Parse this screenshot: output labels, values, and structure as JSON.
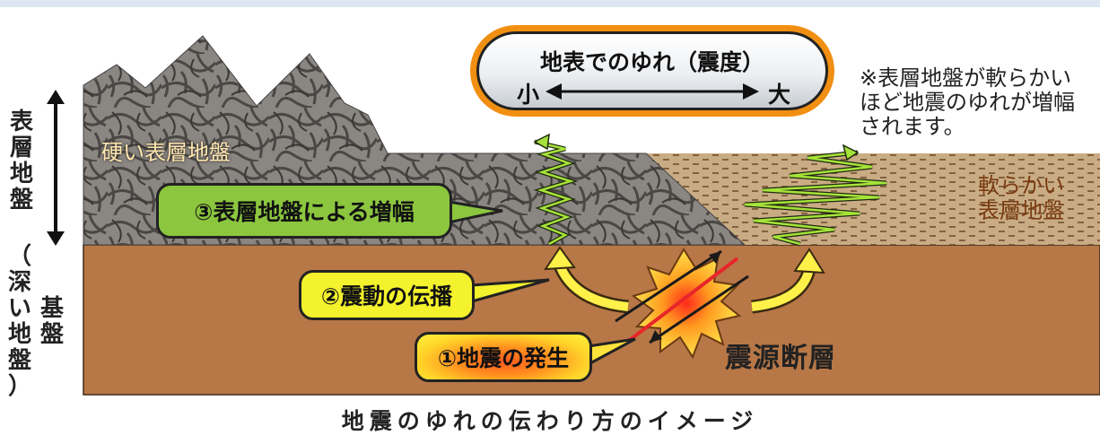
{
  "left_axis": {
    "surface_ground": [
      "表",
      "層",
      "地",
      "盤"
    ],
    "base_rock": [
      "基",
      "盤"
    ],
    "deep_ground": [
      "（",
      "深",
      "い",
      "地",
      "盤",
      "）"
    ]
  },
  "shaking_scale": {
    "title": "地表でのゆれ（震度）",
    "small": "小",
    "large": "大"
  },
  "note_lines": [
    "※表層地盤が軟らかい",
    "ほど地震のゆれが増幅",
    "されます。"
  ],
  "hard_ground_label": "硬い表層地盤",
  "soft_ground_label": [
    "軟らかい",
    "表層地盤"
  ],
  "steps": {
    "step1": "①地震の発生",
    "step2": "②震動の伝播",
    "step3": "③表層地盤による増幅"
  },
  "fault_label": "震源断層",
  "caption": "地震のゆれの伝わり方のイメージ",
  "colors": {
    "bedrock": "#b87747",
    "hard_ground": "#7a7672",
    "soft_ground": "#c2a57c",
    "step3_box": "#8cc63f",
    "step2_box": "#f4f22c",
    "pill_border": "#f18f12",
    "fault_red": "#e8262a"
  }
}
